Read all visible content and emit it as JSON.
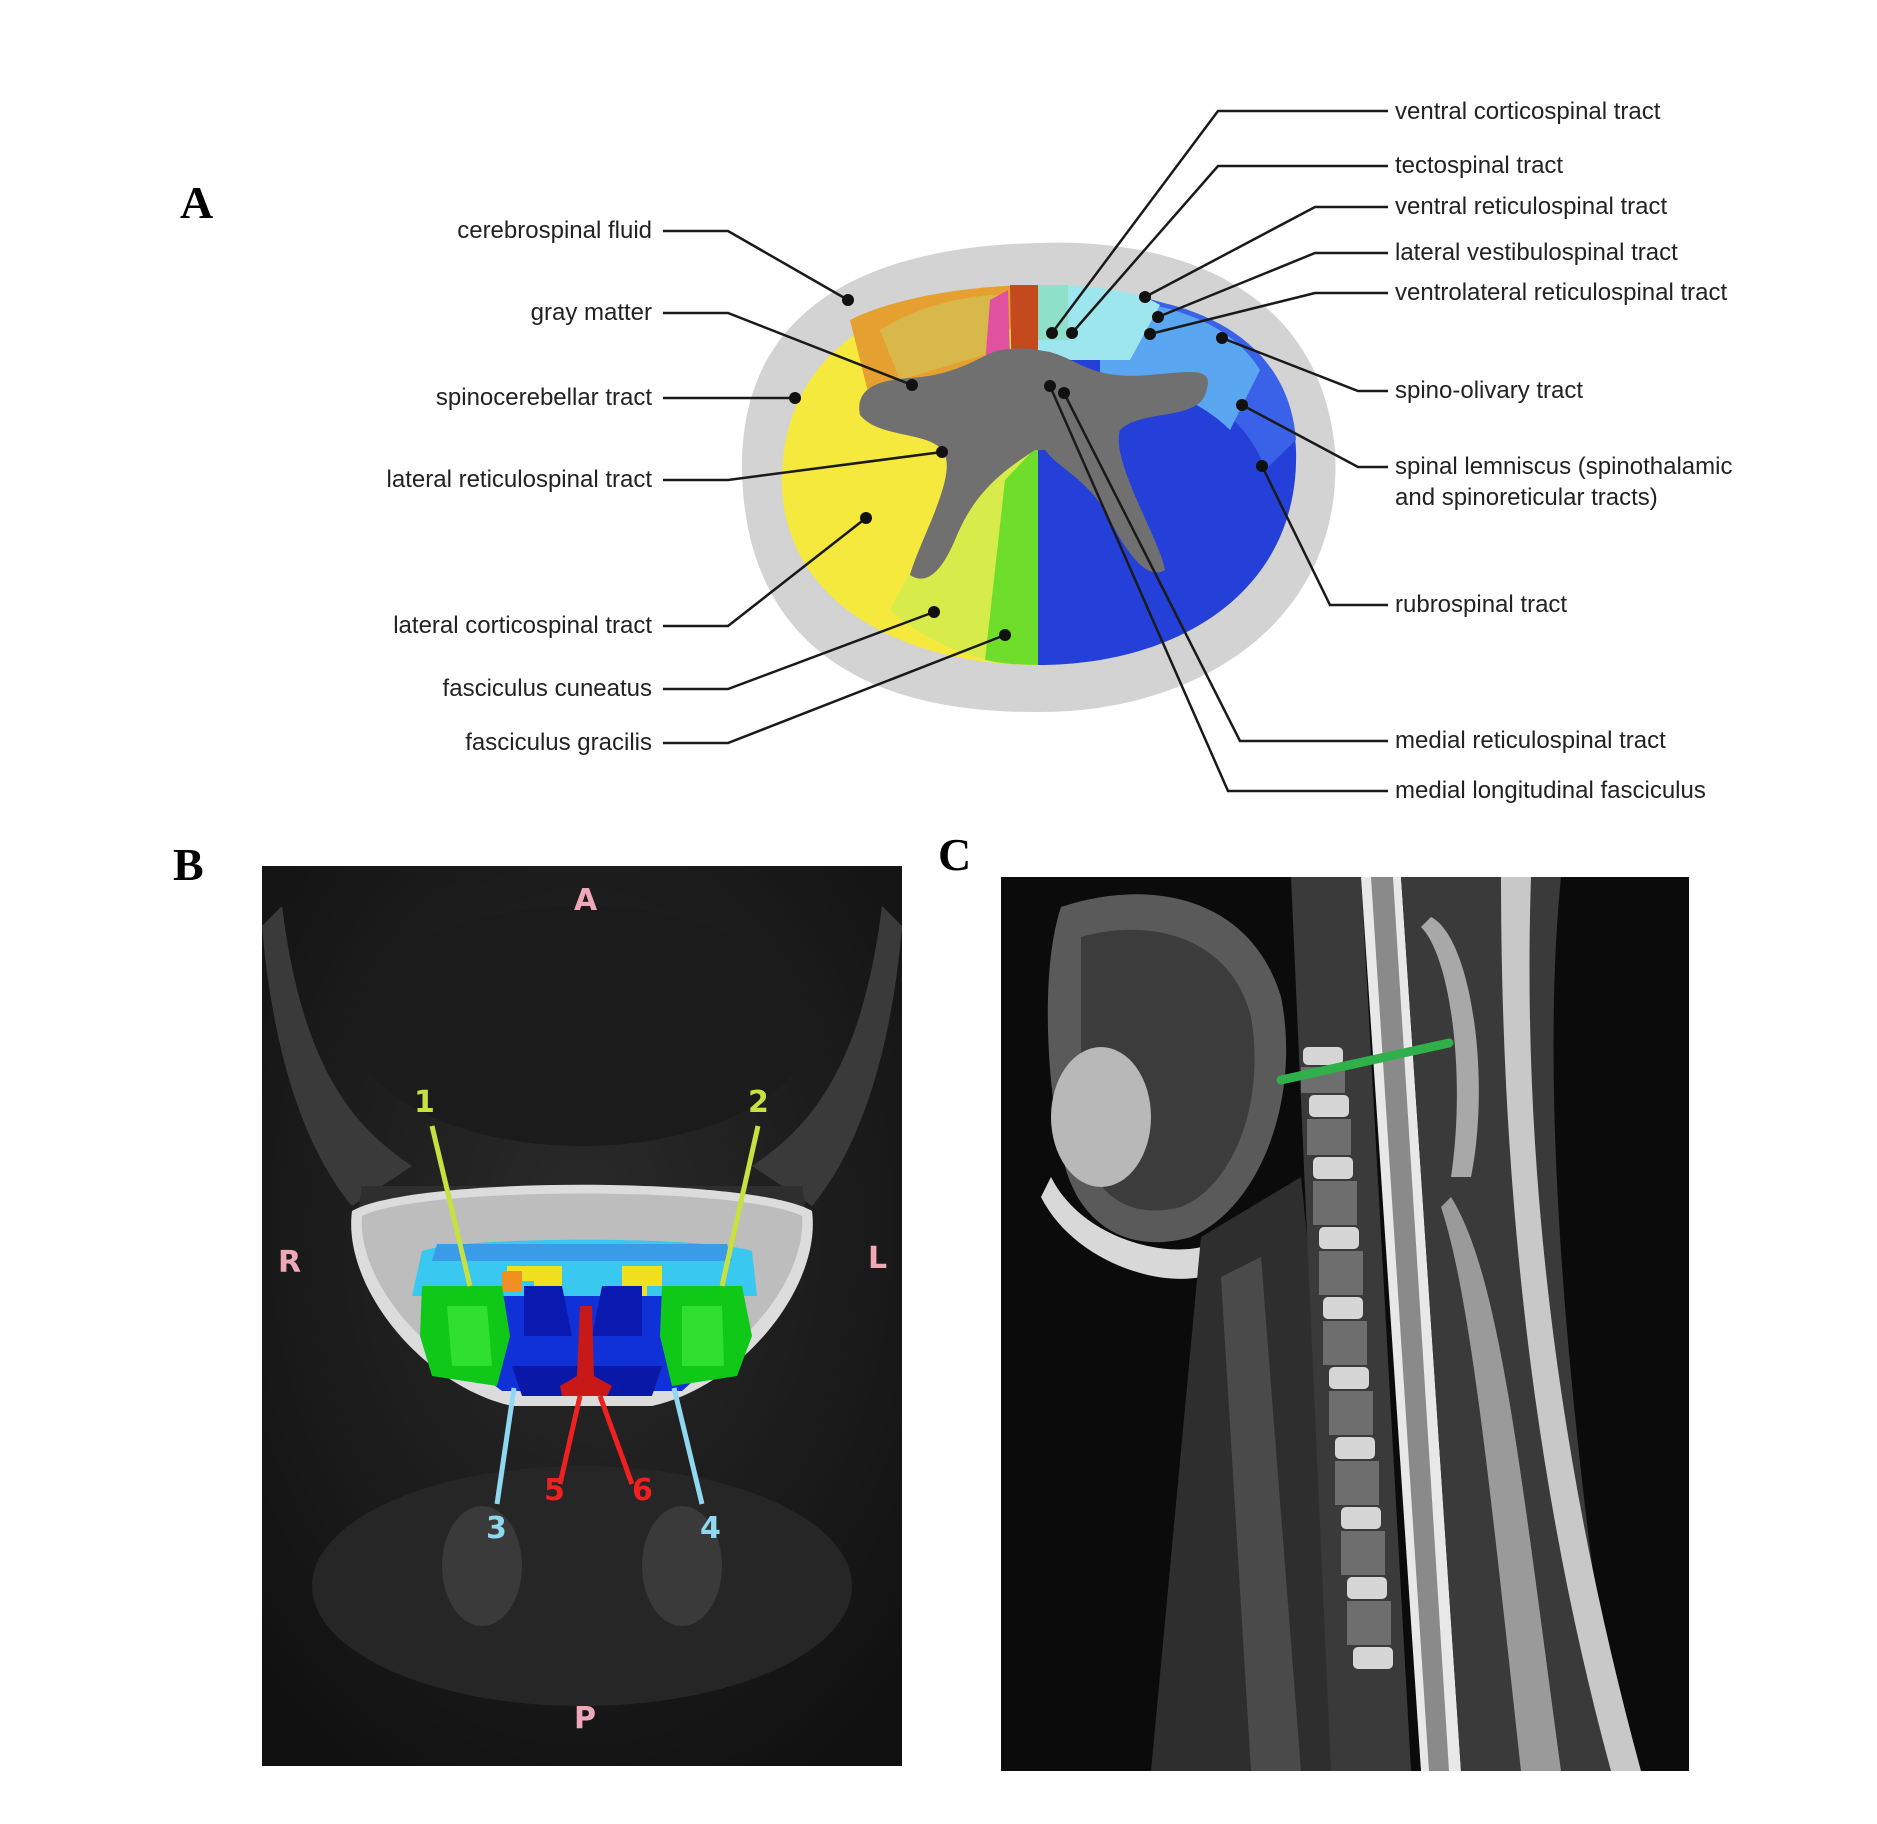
{
  "panels": {
    "a": {
      "letter": "A",
      "left_labels": [
        "cerebrospinal fluid",
        "gray matter",
        "spinocerebellar tract",
        "lateral reticulospinal tract",
        "lateral corticospinal tract",
        "fasciculus cuneatus",
        "fasciculus gracilis"
      ],
      "right_labels": [
        "ventral corticospinal tract",
        "tectospinal tract",
        "ventral reticulospinal tract",
        "lateral vestibulospinal tract",
        "ventrolateral reticulospinal tract",
        "spino-olivary tract",
        "spinal lemniscus (spinothalamic",
        "and spinoreticular tracts)",
        "rubrospinal tract",
        "medial reticulospinal tract",
        "medial longitudinal fasciculus"
      ]
    },
    "b": {
      "letter": "B",
      "orientation": {
        "anterior": "A",
        "posterior": "P",
        "right": "R",
        "left": "L"
      },
      "markers": [
        "1",
        "2",
        "3",
        "4",
        "5",
        "6"
      ]
    },
    "c": {
      "letter": "C"
    }
  },
  "colors": {
    "csf": "#d3d3d3",
    "gray_matter": "#707070",
    "yellow": "#f5e83a",
    "light_green": "#cde84a",
    "green": "#6fde2b",
    "blue": "#2440d8",
    "light_blue": "#5aa6f0",
    "cyan": "#9ee6ee",
    "orange": "#e6a030",
    "pink": "#e052a0",
    "red_brown": "#c44a1e",
    "marker_yellow_green": "#c8e040",
    "marker_light_blue": "#90d8f0",
    "marker_red": "#ee2020",
    "mri_line_green": "#2fb04a"
  }
}
